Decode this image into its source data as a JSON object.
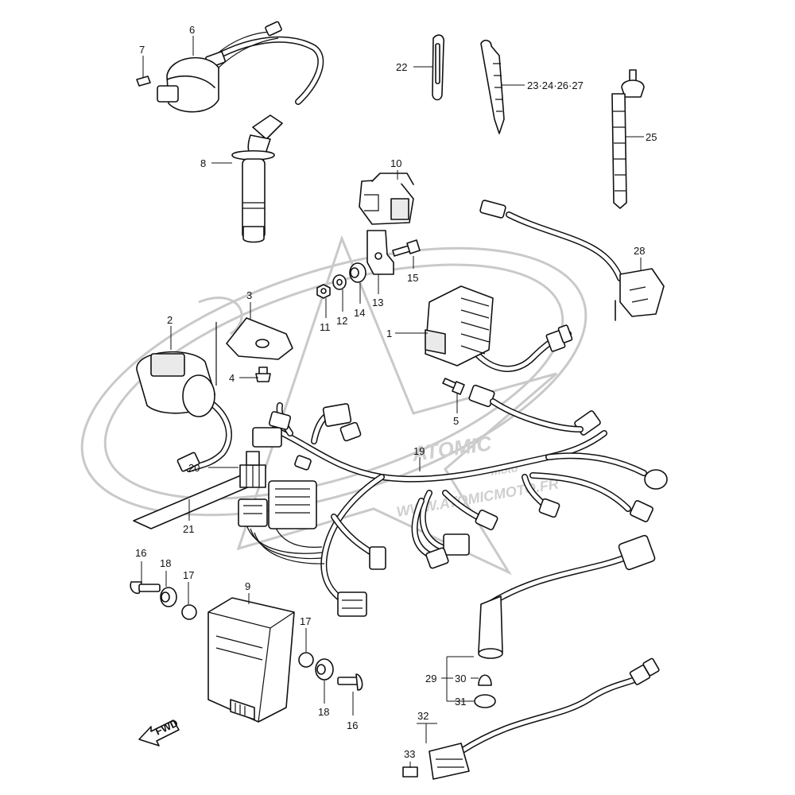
{
  "labels": {
    "l1": "1",
    "l2": "2",
    "l3": "3",
    "l4": "4",
    "l5": "5",
    "l6": "6",
    "l7": "7",
    "l8": "8",
    "l9": "9",
    "l10": "10",
    "l11": "11",
    "l12": "12",
    "l13": "13",
    "l14": "14",
    "l15": "15",
    "l16a": "16",
    "l16b": "16",
    "l17a": "17",
    "l17b": "17",
    "l18a": "18",
    "l18b": "18",
    "l19": "19",
    "l20": "20",
    "l21": "21",
    "l22": "22",
    "l23": "23·24·26·27",
    "l25": "25",
    "l28": "28",
    "l29": "29",
    "l30": "30",
    "l31": "31",
    "l32": "32",
    "l33": "33"
  },
  "fwd": "FWD",
  "watermark": {
    "brand": "ATOMIC",
    "sub": "moto",
    "url": "WWW.ATOMICMOTO.FR"
  },
  "icons": {
    "fwd_arrow": "arrow-fwd-icon"
  }
}
